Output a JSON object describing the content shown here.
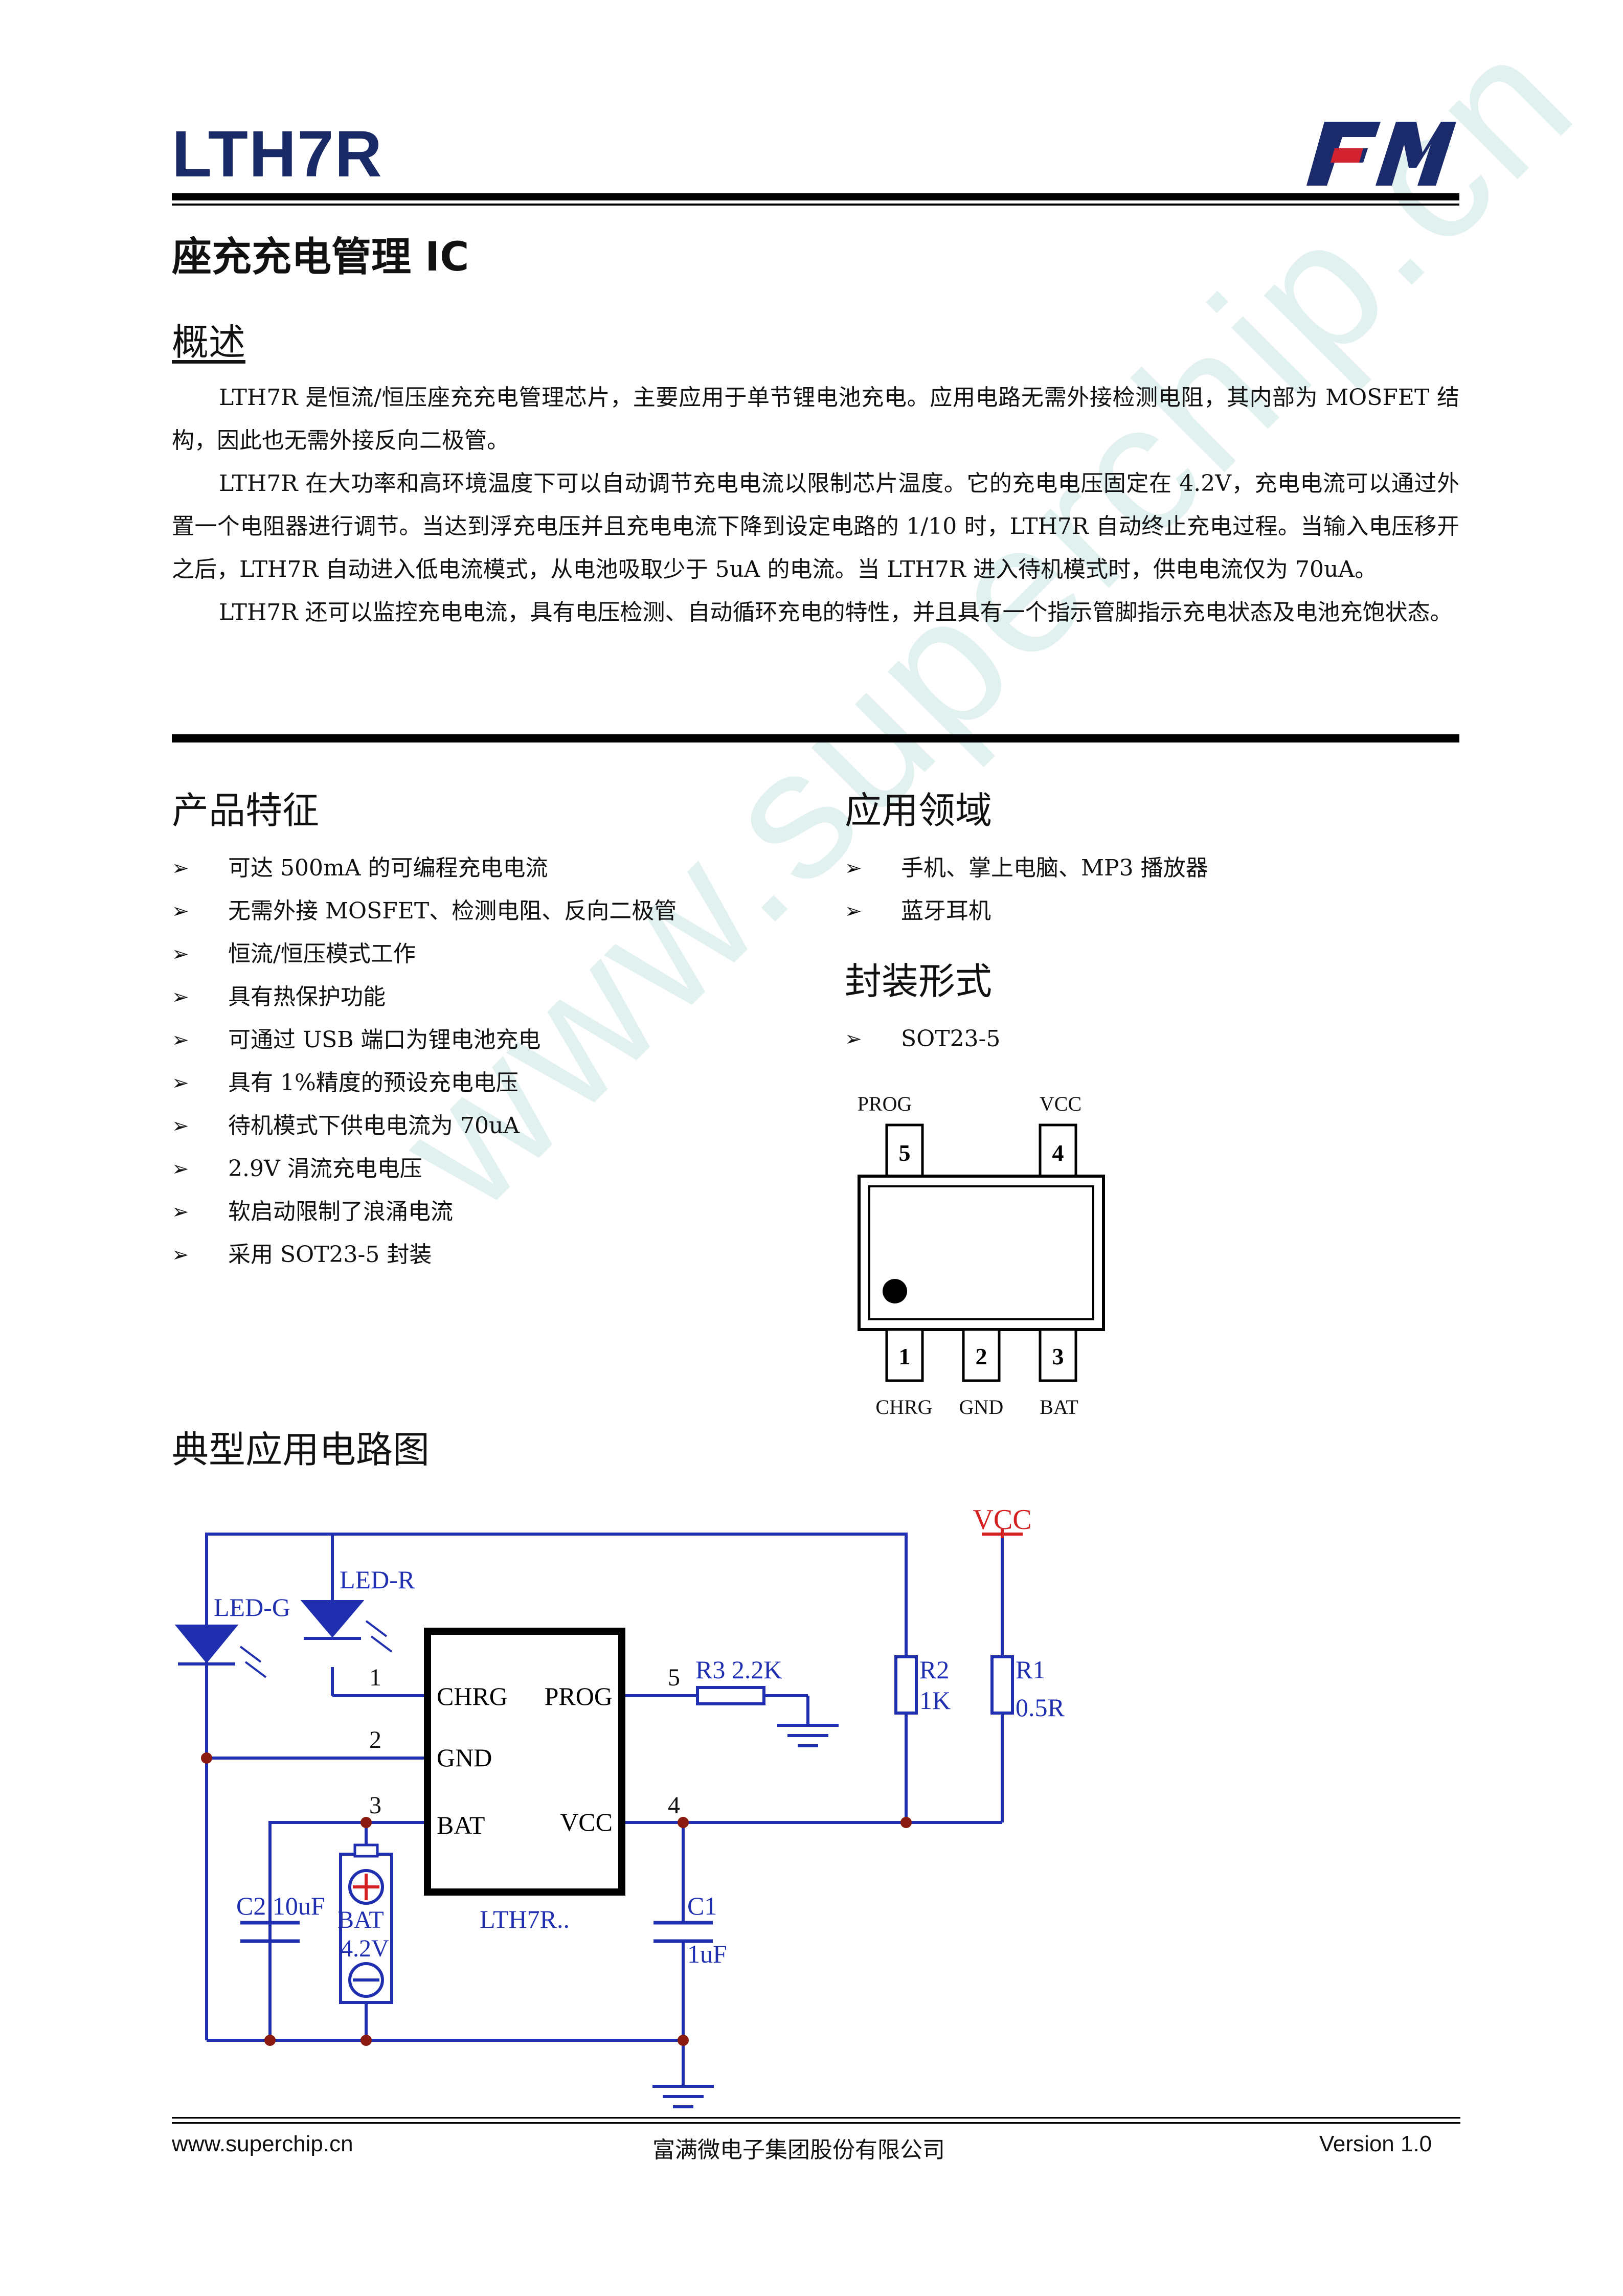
{
  "header": {
    "part_number": "LTH7R",
    "logo_text": "FM",
    "subtitle": "座充充电管理 IC"
  },
  "overview": {
    "heading": "概述",
    "paragraphs": [
      "LTH7R 是恒流/恒压座充充电管理芯片，主要应用于单节锂电池充电。应用电路无需外接检测电阻，其内部为 MOSFET 结构，因此也无需外接反向二极管。",
      "LTH7R 在大功率和高环境温度下可以自动调节充电电流以限制芯片温度。它的充电电压固定在 4.2V，充电电流可以通过外置一个电阻器进行调节。当达到浮充电压并且充电电流下降到设定电路的 1/10 时，LTH7R 自动终止充电过程。当输入电压移开之后，LTH7R 自动进入低电流模式，从电池吸取少于 5uA 的电流。当 LTH7R 进入待机模式时，供电电流仅为 70uA。",
      "LTH7R 还可以监控充电电流，具有电压检测、自动循环充电的特性，并且具有一个指示管脚指示充电状态及电池充饱状态。"
    ]
  },
  "features": {
    "heading": "产品特征",
    "items": [
      "可达 500mA 的可编程充电电流",
      "无需外接 MOSFET、检测电阻、反向二极管",
      "恒流/恒压模式工作",
      "具有热保护功能",
      "可通过 USB 端口为锂电池充电",
      "具有 1%精度的预设充电电压",
      "待机模式下供电电流为 70uA",
      "2.9V 涓流充电电压",
      "软启动限制了浪涌电流",
      "采用 SOT23-5 封装"
    ]
  },
  "applications": {
    "heading": "应用领域",
    "items": [
      "手机、掌上电脑、MP3 播放器",
      "蓝牙耳机"
    ]
  },
  "package": {
    "heading": "封装形式",
    "items": [
      "SOT23-5"
    ],
    "pins_top": [
      {
        "num": "5",
        "name": "PROG"
      },
      {
        "num": "4",
        "name": "VCC"
      }
    ],
    "pins_bottom": [
      {
        "num": "1",
        "name": "CHRG"
      },
      {
        "num": "2",
        "name": "GND"
      },
      {
        "num": "3",
        "name": "BAT"
      }
    ]
  },
  "circuit": {
    "heading": "典型应用电路图",
    "vcc_label": "VCC",
    "chip_name": "LTH7R..",
    "chip_pins": {
      "chrg": "CHRG",
      "gnd": "GND",
      "bat": "BAT",
      "prog": "PROG",
      "vcc": "VCC"
    },
    "pin_numbers": [
      "1",
      "2",
      "3",
      "4",
      "5"
    ],
    "led_g": "LED-G",
    "led_r": "LED-R",
    "r3": "R3 2.2K",
    "r2_name": "R2",
    "r2_value": "1K",
    "r1_name": "R1",
    "r1_value": "0.5R",
    "c2": "C2 10uF",
    "c1_name": "C1",
    "c1_value": "1uF",
    "bat_name": "BAT",
    "bat_value": "4.2V"
  },
  "footer": {
    "website": "www.superchip.cn",
    "company": "富满微电子集团股份有限公司",
    "version": "Version 1.0"
  },
  "watermark": "www.superchip.cn",
  "colors": {
    "title": "#1a2a66",
    "logo_blue": "#1b2a6b",
    "logo_red": "#d22230",
    "wire": "#1f2fb0",
    "junction": "#8a1a10",
    "vcc_red": "#d42020"
  }
}
